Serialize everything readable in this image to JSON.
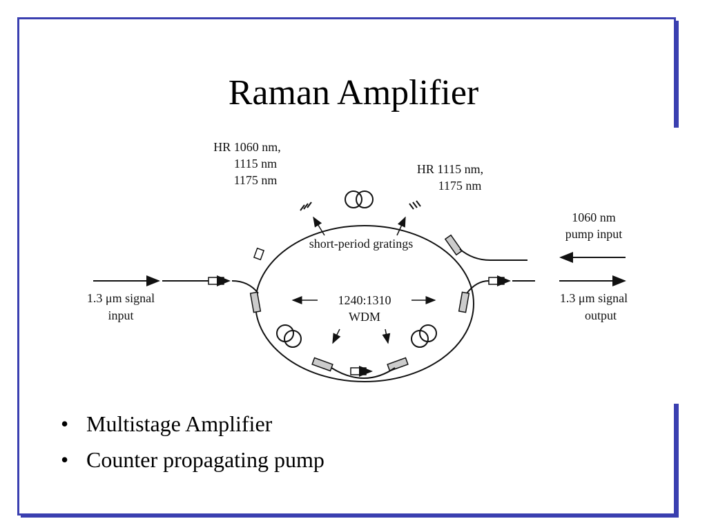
{
  "slide": {
    "title": "Raman Amplifier",
    "bullets": [
      "Multistage Amplifier",
      "Counter propagating pump"
    ],
    "bullet_glyph": "•",
    "frame_color": "#3a3fb0"
  },
  "diagram": {
    "labels": {
      "hr_left_1": "HR 1060 nm,",
      "hr_left_2": "1115 nm",
      "hr_left_3": "1175 nm",
      "hr_right_1": "HR 1115 nm,",
      "hr_right_2": "1175 nm",
      "gratings": "short-period gratings",
      "wdm_1": "1240:1310",
      "wdm_2": "WDM",
      "pump_1": "1060 nm",
      "pump_2": "pump input",
      "sig_in_1": "1.3 μm signal",
      "sig_in_2": "input",
      "sig_out_1": "1.3 μm signal",
      "sig_out_2": "output"
    }
  }
}
